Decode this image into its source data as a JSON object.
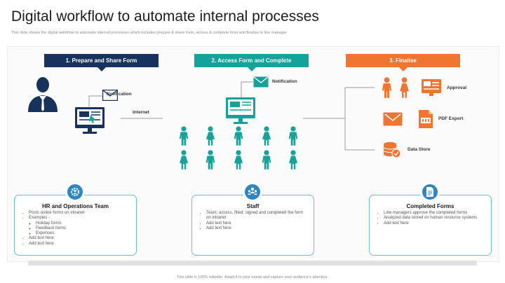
{
  "title": "Digital workflow to automate internal processes",
  "subtitle": "This slide shows the digital workflow to automate internal processes which includes prepare & share form, access & complete form and finalize to line manager",
  "colors": {
    "navy": "#17325c",
    "teal": "#13a39b",
    "orange": "#f07530",
    "box_border": "#6fc0cf",
    "badge_blue": "#2f86c3"
  },
  "steps": [
    {
      "label": "1. Prepare and Share Form"
    },
    {
      "label": "2. Access Form and Complete"
    },
    {
      "label": "3. Finalise"
    }
  ],
  "left_labels": {
    "notification": "Notification",
    "internet": "Internet"
  },
  "mid_labels": {
    "notification": "Notification"
  },
  "right_labels": {
    "approval": "Approval",
    "pdf_export": "PDF Export",
    "data_store": "Data Store"
  },
  "boxes": [
    {
      "title": "HR and Operations Team",
      "icon": "gear-person-icon",
      "items": [
        "Posts online forms on intranet",
        "Examples -"
      ],
      "sub_items": [
        "Holiday forms",
        "Feedback forms",
        "Expenses",
        "Add text here",
        "Add text here"
      ]
    },
    {
      "title": "Staff",
      "icon": "staff-icon",
      "items": [
        "Team; access, filled, signed and completed the form on intranet",
        "Add text here",
        "Add text here"
      ]
    },
    {
      "title": "Completed Forms",
      "icon": "document-icon",
      "items": [
        "Line managers approve the completed forms",
        "Analyzed data stored on human resource systems",
        "Add text here"
      ]
    }
  ],
  "footer": "This slide is 100% editable. Adapt it to your needs and capture your audience's attention."
}
